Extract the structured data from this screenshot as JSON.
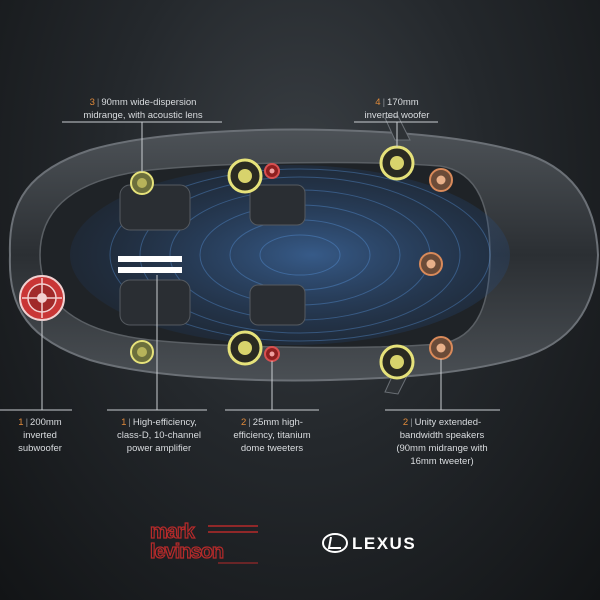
{
  "callouts": [
    {
      "id": "c1",
      "num": "3",
      "line1": "90mm wide-dispersion",
      "line2": "midrange, with acoustic lens"
    },
    {
      "id": "c2",
      "num": "4",
      "line1": "170mm",
      "line2": "inverted woofer"
    },
    {
      "id": "c3",
      "num": "1",
      "line1": "200mm",
      "line2": "inverted subwoofer"
    },
    {
      "id": "c4",
      "num": "1",
      "line1": "High-efficiency,",
      "line2": "class-D, 10-channel",
      "line3": "power amplifier"
    },
    {
      "id": "c5",
      "num": "2",
      "line1": "25mm high-",
      "line2": "efficiency, titanium",
      "line3": "dome tweeters"
    },
    {
      "id": "c6",
      "num": "2",
      "line1": "Unity extended-",
      "line2": "bandwidth speakers",
      "line3": "(90mm midrange with",
      "line4": "16mm tweeter)"
    }
  ],
  "brands": {
    "mark_levinson": "mark levinson",
    "lexus": "LEXUS"
  },
  "colors": {
    "accent": "#e08a3a",
    "speaker_yellow": "#e6e27a",
    "subwoofer_red": "#d23a3a",
    "wave_blue": "#3e7fd0",
    "unity_orange": "#d98a5a"
  }
}
